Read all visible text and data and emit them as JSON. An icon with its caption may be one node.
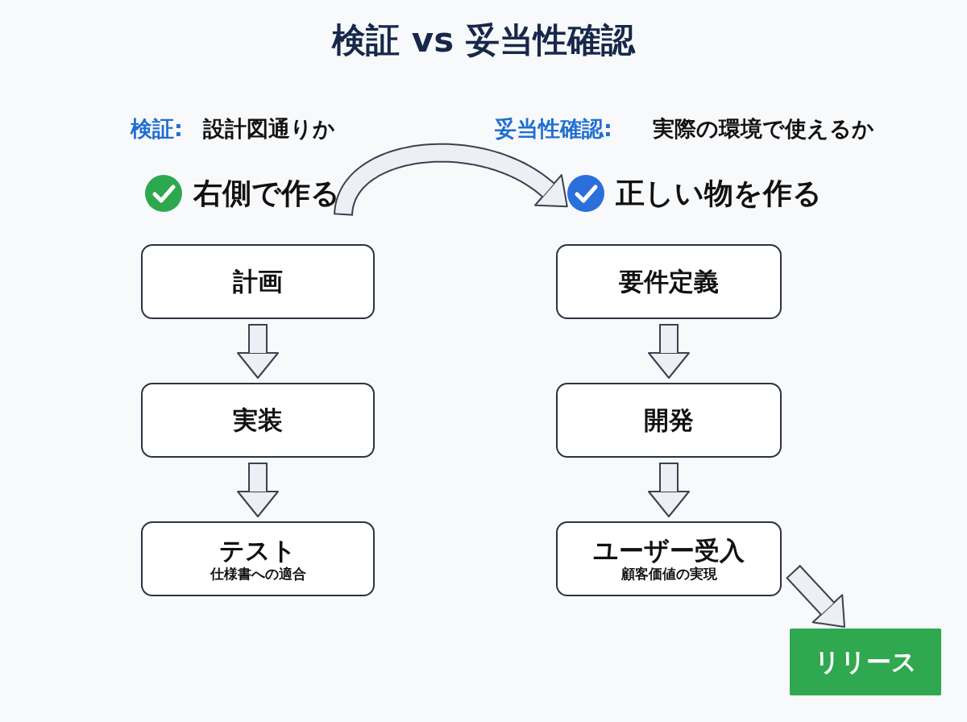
{
  "diagram": {
    "title": "検証 vs 妥当性確認",
    "nodes": [
      {
        "text": [
          "右側で作る"
        ]
      },
      {
        "text": [
          "正しい物を作る"
        ]
      },
      {
        "text": [
          "計画"
        ]
      },
      {
        "text": [
          "実装"
        ]
      },
      {
        "text": [
          "テスト",
          "仕様書への適合"
        ]
      },
      {
        "text": [
          "要件定義"
        ]
      },
      {
        "text": [
          "開発"
        ]
      },
      {
        "text": [
          "ユーザー受入",
          "顧客価値の実現"
        ]
      },
      {
        "text": [
          "リリース"
        ]
      }
    ],
    "edges": [
      {
        "from": 0,
        "to": 1,
        "arrow": "to"
      },
      {
        "from": 2,
        "to": 3,
        "arrow": "to"
      },
      {
        "from": 3,
        "to": 4,
        "arrow": "to"
      },
      {
        "from": 5,
        "to": 6,
        "arrow": "to"
      },
      {
        "from": 6,
        "to": 7,
        "arrow": "to"
      },
      {
        "from": 7,
        "to": 8,
        "arrow": "to"
      }
    ],
    "labels": [
      "検証:",
      "設計図通りか",
      "妥当性確認:",
      "実際の環境で使えるか"
    ]
  }
}
